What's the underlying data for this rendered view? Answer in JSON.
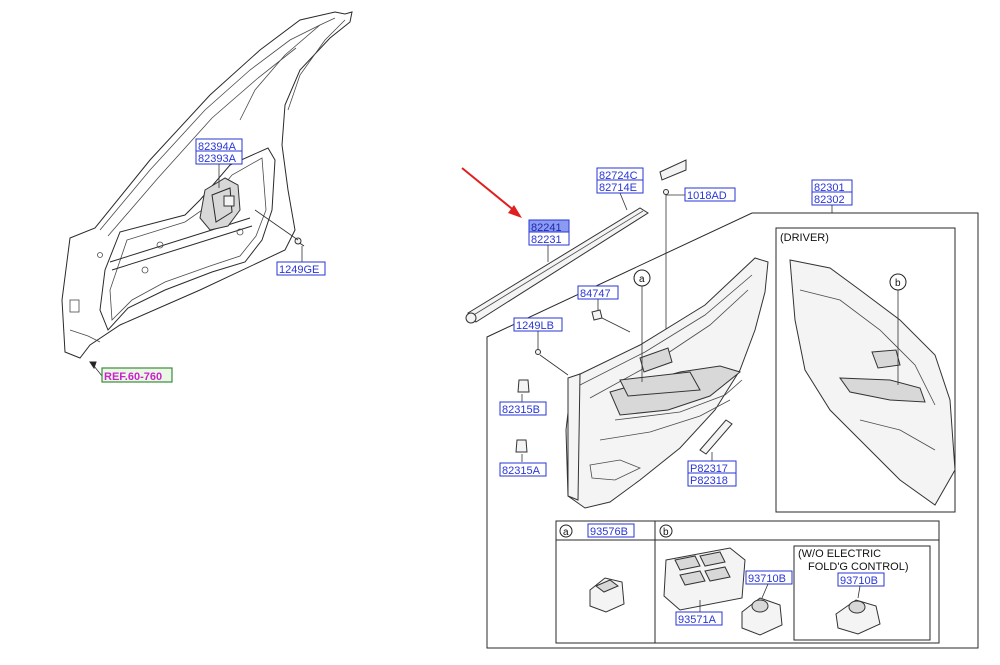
{
  "labels": {
    "p82394A": "82394A",
    "p82393A": "82393A",
    "p1249GE": "1249GE",
    "ref": "REF.60-760",
    "p82724C": "82724C",
    "p82714E": "82714E",
    "p1018AD": "1018AD",
    "p82301": "82301",
    "p82302": "82302",
    "p82241": "82241",
    "p82231": "82231",
    "p84747": "84747",
    "p1249LB": "1249LB",
    "p82315B": "82315B",
    "p82315A": "82315A",
    "pP82317": "P82317",
    "pP82318": "P82318",
    "p93576B": "93576B",
    "p93710B_a": "93710B",
    "p93571A": "93571A",
    "p93710B_b": "93710B"
  },
  "text": {
    "driver": "(DRIVER)",
    "wo_line1": "(W/O ELECTRIC",
    "wo_line2": "FOLD'G CONTROL)",
    "callout_a": "a",
    "callout_b": "b"
  },
  "colors": {
    "part_number": "#2a36d6",
    "selected_fill": "#8b9bf2",
    "reference": "#cc22cc",
    "arrow": "#e02020"
  }
}
